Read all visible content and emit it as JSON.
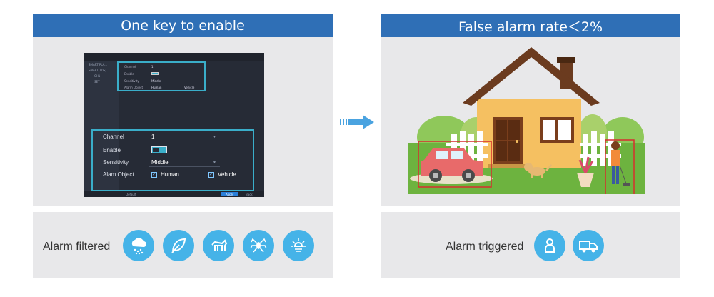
{
  "left_panel": {
    "title": "One key to enable",
    "mini_sidebar": [
      "SMART PLA...",
      "SMART(TDS)",
      "CH1",
      "SET"
    ],
    "mini_settings": {
      "channel_label": "Channel",
      "channel_value": "1",
      "enable_label": "Enable",
      "sensitivity_label": "Sensitivity",
      "sensitivity_value": "Middle",
      "object_label": "Alarm Object",
      "human": "Human",
      "vehicle": "Vehicle"
    },
    "settings": {
      "channel_label": "Channel",
      "channel_value": "1",
      "enable_label": "Enable",
      "enable_on": true,
      "sensitivity_label": "Sensitivity",
      "sensitivity_value": "Middle",
      "object_label": "Alam Object",
      "human_label": "Human",
      "human_checked": true,
      "vehicle_label": "Vehicle",
      "vehicle_checked": true
    },
    "footer": {
      "default_label": "Default",
      "apply_label": "Apply",
      "back_label": "Back"
    }
  },
  "right_panel": {
    "title": "False alarm rate＜2%"
  },
  "filtered": {
    "label": "Alarm filtered",
    "icons": [
      "rain-cloud-icon",
      "leaf-icon",
      "dog-icon",
      "spider-icon",
      "light-icon"
    ]
  },
  "triggered": {
    "label": "Alarm triggered",
    "icons": [
      "person-icon",
      "truck-icon"
    ]
  },
  "colors": {
    "header": "#2f6fb6",
    "accent": "#3aaec9",
    "icon_bg": "#45b3e8",
    "panel": "#e8e8ea",
    "box": "#d62e2e"
  }
}
